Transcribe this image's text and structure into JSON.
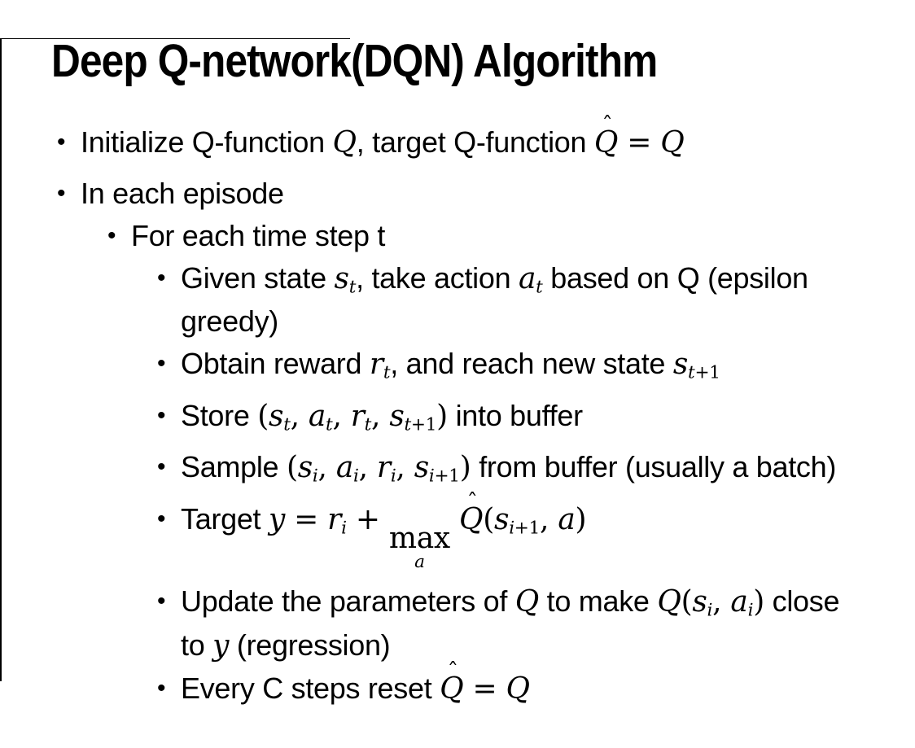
{
  "slide": {
    "title": "Deep Q-network(DQN) Algorithm",
    "bullet_char": "•",
    "hat_char": "ˆ",
    "colors": {
      "background": "#ffffff",
      "text": "#000000",
      "border": "#000000"
    },
    "bullets": [
      {
        "level": 1,
        "segments": [
          {
            "t": "Initialize Q-function ",
            "s": "p"
          },
          {
            "t": "Q",
            "s": "m"
          },
          {
            "t": ", target Q-function ",
            "s": "p"
          },
          {
            "t": "Q",
            "s": "hat"
          },
          {
            "t": " = ",
            "s": "n"
          },
          {
            "t": "Q",
            "s": "m"
          }
        ]
      },
      {
        "level": 1,
        "segments": [
          {
            "t": "In each episode",
            "s": "p"
          }
        ]
      },
      {
        "level": 2,
        "segments": [
          {
            "t": "For each time step t",
            "s": "p"
          }
        ]
      },
      {
        "level": 3,
        "segments": [
          {
            "t": "Given state ",
            "s": "p"
          },
          {
            "t": "s",
            "s": "m"
          },
          {
            "t": "t",
            "s": "sub"
          },
          {
            "t": ", take action ",
            "s": "p"
          },
          {
            "t": "a",
            "s": "m"
          },
          {
            "t": "t",
            "s": "sub"
          },
          {
            "t": " based on Q (epsilon",
            "s": "p"
          },
          {
            "s": "br"
          },
          {
            "t": "greedy)",
            "s": "p"
          }
        ]
      },
      {
        "level": 3,
        "segments": [
          {
            "t": "Obtain reward ",
            "s": "p"
          },
          {
            "t": "r",
            "s": "m"
          },
          {
            "t": "t",
            "s": "sub"
          },
          {
            "t": ", and reach new state ",
            "s": "p"
          },
          {
            "t": "s",
            "s": "m"
          },
          {
            "t": "t",
            "s": "sub"
          },
          {
            "t": "+1",
            "s": "subn"
          }
        ]
      },
      {
        "level": 3,
        "segments": [
          {
            "t": "Store ",
            "s": "p"
          },
          {
            "t": "(",
            "s": "n"
          },
          {
            "t": "s",
            "s": "m"
          },
          {
            "t": "t",
            "s": "sub"
          },
          {
            "t": ", ",
            "s": "n"
          },
          {
            "t": "a",
            "s": "m"
          },
          {
            "t": "t",
            "s": "sub"
          },
          {
            "t": ", ",
            "s": "n"
          },
          {
            "t": "r",
            "s": "m"
          },
          {
            "t": "t",
            "s": "sub"
          },
          {
            "t": ", ",
            "s": "n"
          },
          {
            "t": "s",
            "s": "m"
          },
          {
            "t": "t",
            "s": "sub"
          },
          {
            "t": "+1",
            "s": "subn"
          },
          {
            "t": ")",
            "s": "n"
          },
          {
            "t": " into buffer",
            "s": "p"
          }
        ]
      },
      {
        "level": 3,
        "segments": [
          {
            "t": "Sample ",
            "s": "p"
          },
          {
            "t": "(",
            "s": "n"
          },
          {
            "t": "s",
            "s": "m"
          },
          {
            "t": "i",
            "s": "sub"
          },
          {
            "t": ", ",
            "s": "n"
          },
          {
            "t": "a",
            "s": "m"
          },
          {
            "t": "i",
            "s": "sub"
          },
          {
            "t": ", ",
            "s": "n"
          },
          {
            "t": "r",
            "s": "m"
          },
          {
            "t": "i",
            "s": "sub"
          },
          {
            "t": ", ",
            "s": "n"
          },
          {
            "t": "s",
            "s": "m"
          },
          {
            "t": "i",
            "s": "sub"
          },
          {
            "t": "+1",
            "s": "subn"
          },
          {
            "t": ")",
            "s": "n"
          },
          {
            "t": " from buffer (usually a batch)",
            "s": "p"
          }
        ]
      },
      {
        "level": 3,
        "segments": [
          {
            "t": "Target ",
            "s": "p"
          },
          {
            "t": "y",
            "s": "m"
          },
          {
            "t": " = ",
            "s": "n"
          },
          {
            "t": "r",
            "s": "m"
          },
          {
            "t": "i",
            "s": "sub"
          },
          {
            "t": " + ",
            "s": "n"
          },
          {
            "t": "max",
            "s": "under",
            "u": "a"
          },
          {
            "t": " ",
            "s": "n"
          },
          {
            "t": "Q",
            "s": "hat"
          },
          {
            "t": "(",
            "s": "n"
          },
          {
            "t": "s",
            "s": "m"
          },
          {
            "t": "i",
            "s": "sub"
          },
          {
            "t": "+1",
            "s": "subn"
          },
          {
            "t": ", ",
            "s": "n"
          },
          {
            "t": "a",
            "s": "m"
          },
          {
            "t": ")",
            "s": "n"
          }
        ]
      },
      {
        "level": 3,
        "segments": [
          {
            "t": "Update the parameters of ",
            "s": "p"
          },
          {
            "t": "Q",
            "s": "m"
          },
          {
            "t": " to make ",
            "s": "p"
          },
          {
            "t": "Q",
            "s": "m"
          },
          {
            "t": "(",
            "s": "n"
          },
          {
            "t": "s",
            "s": "m"
          },
          {
            "t": "i",
            "s": "sub"
          },
          {
            "t": ", ",
            "s": "n"
          },
          {
            "t": "a",
            "s": "m"
          },
          {
            "t": "i",
            "s": "sub"
          },
          {
            "t": ")",
            "s": "n"
          },
          {
            "t": " close",
            "s": "p"
          },
          {
            "s": "br"
          },
          {
            "t": "to ",
            "s": "p"
          },
          {
            "t": "y",
            "s": "m"
          },
          {
            "t": " (regression)",
            "s": "p"
          }
        ]
      },
      {
        "level": 3,
        "segments": [
          {
            "t": "Every C steps reset ",
            "s": "p"
          },
          {
            "t": "Q",
            "s": "hat"
          },
          {
            "t": " = ",
            "s": "n"
          },
          {
            "t": "Q",
            "s": "m"
          }
        ]
      }
    ]
  }
}
